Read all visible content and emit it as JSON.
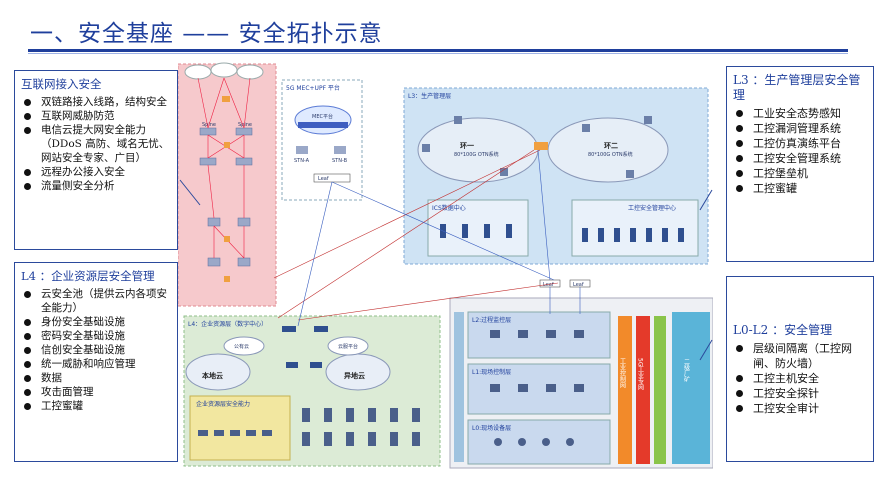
{
  "title": "一、安全基座 —— 安全拓扑示意",
  "panels": {
    "internet": {
      "heading": "互联网接入安全",
      "items": [
        "双链路接入线路，结构安全",
        "互联网威胁防范",
        "电信云提大网安全能力（DDoS 高防、域名无忧、网站安全专家、广目）",
        "远程办公接入安全",
        "流量侧安全分析"
      ]
    },
    "l4": {
      "heading": "L4 ：企业资源层安全管理",
      "items": [
        "云安全池（提供云内各项安全能力）",
        "身份安全基础设施",
        "密码安全基础设施",
        "信创安全基础设施",
        "统一威胁和响应管理",
        "数据",
        "攻击面管理",
        "工控蜜罐"
      ]
    },
    "l3": {
      "heading": "L3 ：生产管理层安全管理",
      "items": [
        "工业安全态势感知",
        "工控漏洞管理系统",
        "工控仿真演练平台",
        "工控安全管理系统",
        "工控堡垒机",
        "工控蜜罐"
      ]
    },
    "l0l2": {
      "heading": "L0-L2 ：安全管理",
      "items": [
        "层级间隔离（工控网闸、防火墙）",
        "工控主机安全",
        "工控安全探针",
        "工控安全审计"
      ]
    }
  },
  "diagram": {
    "mec": "5G MEC+UPF 平台",
    "mec_cloud": "MEC平台",
    "l3_zone": "L3：生产管理层",
    "ring1": "环一",
    "ring1_sub": "80*100G OTN系统",
    "ring2": "环二",
    "ring2_sub": "80*100G OTN系统",
    "ics_center": "ICS数据中心",
    "ics_sec_center": "工控安全管理中心",
    "l4_zone": "L4：企业资源层（数字中心）",
    "local_cloud": "本地云",
    "remote_cloud": "异地云",
    "public_cloud": "公有云",
    "public_cloud2": "云服平台",
    "enterprise_sec": "企业资源层安全能力",
    "l2_zone": "L2:过程监控层",
    "l1_zone": "L1:现场控制层",
    "l0_zone": "L0:现场设备层",
    "leaf": "Leaf",
    "spine": "Spine",
    "sw_a": "STN-A",
    "sw_b": "STN-B",
    "col1": "工业控制网",
    "col2": "5G工业专网",
    "col3": "二级厂矿"
  },
  "colors": {
    "accent": "#1f3f9c",
    "pink_zone": "#f6c9cc",
    "blue_zone": "#cfe3f4",
    "green_zone": "#dcebd6"
  }
}
